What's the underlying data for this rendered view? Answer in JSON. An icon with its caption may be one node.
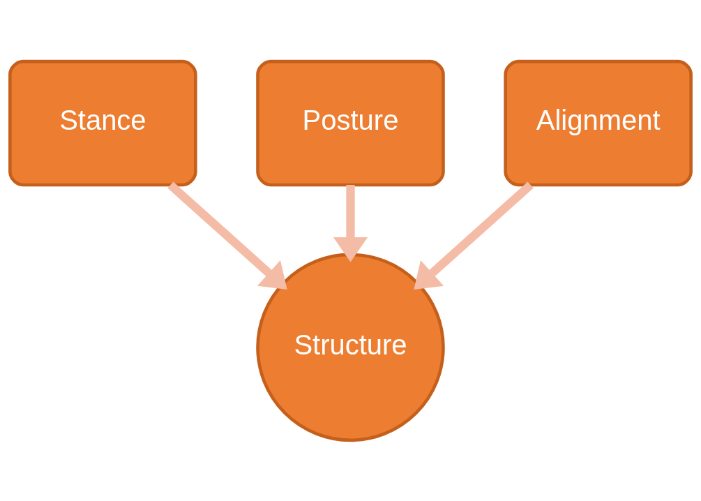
{
  "diagram": {
    "nodes": [
      {
        "text": [
          "Stance"
        ]
      },
      {
        "text": [
          "Posture"
        ]
      },
      {
        "text": [
          "Alignment"
        ]
      },
      {
        "text": [
          "Structure"
        ]
      }
    ],
    "edges": [
      {
        "from": 0,
        "to": 3,
        "arrow": "to"
      },
      {
        "from": 1,
        "to": 3,
        "arrow": "to"
      },
      {
        "from": 2,
        "to": 3,
        "arrow": "to"
      }
    ]
  }
}
